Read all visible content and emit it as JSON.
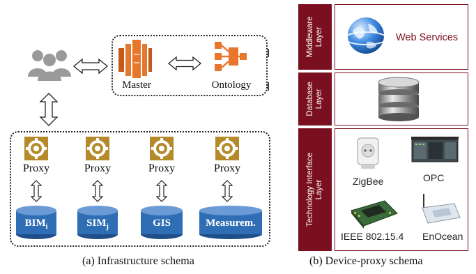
{
  "left": {
    "master_label": "Master",
    "ontology_label": "Ontology",
    "proxy_labels": [
      "Proxy",
      "Proxy",
      "Proxy",
      "Proxy"
    ],
    "databases": [
      {
        "main": "BIM",
        "sub": "i"
      },
      {
        "main": "SIM",
        "sub": "j"
      },
      {
        "main": "GIS",
        "sub": ""
      },
      {
        "main": "Measurem.",
        "sub": ""
      }
    ],
    "caption": "(a) Infrastructure schema"
  },
  "right": {
    "layers": [
      {
        "title_line1": "Middleware",
        "title_line2": "Layer"
      },
      {
        "title_line1": "Database",
        "title_line2": "Layer"
      },
      {
        "title_line1": "Technology Interface",
        "title_line2": "Layer"
      }
    ],
    "web_services_label": "Web Services",
    "devices": [
      "ZigBee",
      "OPC",
      "IEEE 802.15.4",
      "EnOcean"
    ],
    "caption": "(b) Device-proxy schema"
  },
  "colors": {
    "accent_dark_red": "#7a0f1f",
    "aws_orange": "#e8762d",
    "proxy_gold": "#b58a2a",
    "db_blue": "#2f6db5",
    "user_gray": "#9a9a9a"
  },
  "icons": [
    "users-icon",
    "master-server-icon",
    "ontology-icon",
    "gear-icon",
    "database-icon",
    "globe-icon",
    "db-stack-icon",
    "double-arrow-icon"
  ]
}
